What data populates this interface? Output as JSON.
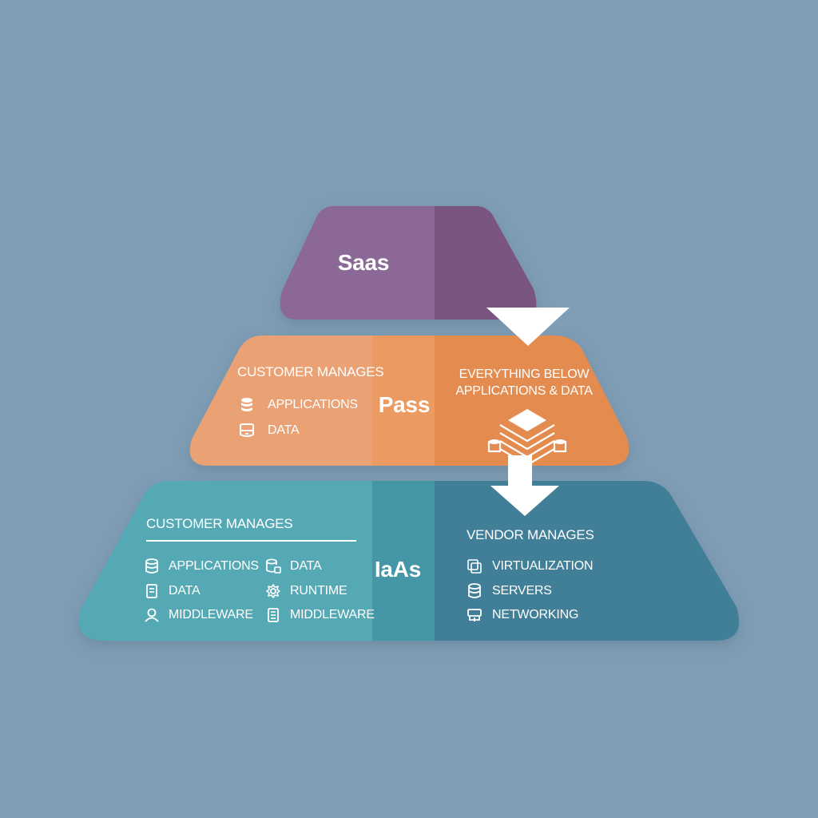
{
  "colors": {
    "background": "#7f9db5",
    "saas_light": "#8b6895",
    "saas_dark": "#7a5580",
    "paas_light": "#eaa274",
    "paas_mid": "#eb9a62",
    "paas_dark": "#e48c50",
    "iaas_light": "#55a9b5",
    "iaas_mid": "#4596a6",
    "iaas_dark": "#3f7f97",
    "text": "#ffffff"
  },
  "saas": {
    "title": "Saas"
  },
  "paas": {
    "title": "Pass",
    "customer_heading": "CUSTOMER MANAGES",
    "items": [
      {
        "label": "APPLICATIONS",
        "icon": "database-icon"
      },
      {
        "label": "DATA",
        "icon": "server-icon"
      }
    ],
    "vendor_lines": [
      "EVERYTHING BELOW",
      "APPLICATIONS & DATA"
    ],
    "vendor_icon": "stacked-layers-icon"
  },
  "iaas": {
    "title": "IaAs",
    "customer_heading": "CUSTOMER MANAGES",
    "col1": [
      {
        "label": "APPLICATIONS",
        "icon": "database-icon"
      },
      {
        "label": "DATA",
        "icon": "document-icon"
      },
      {
        "label": "MIDDLEWARE",
        "icon": "user-icon"
      }
    ],
    "col2": [
      {
        "label": "DATA",
        "icon": "database-lock-icon"
      },
      {
        "label": "RUNTIME",
        "icon": "gear-icon"
      },
      {
        "label": "MIDDLEWARE",
        "icon": "document-icon"
      }
    ],
    "vendor_heading": "VENDOR MANAGES",
    "vendor_items": [
      {
        "label": "VIRTUALIZATION",
        "icon": "virtualization-icon"
      },
      {
        "label": "SERVERS",
        "icon": "server-icon"
      },
      {
        "label": "NETWORKING",
        "icon": "network-icon"
      }
    ]
  }
}
